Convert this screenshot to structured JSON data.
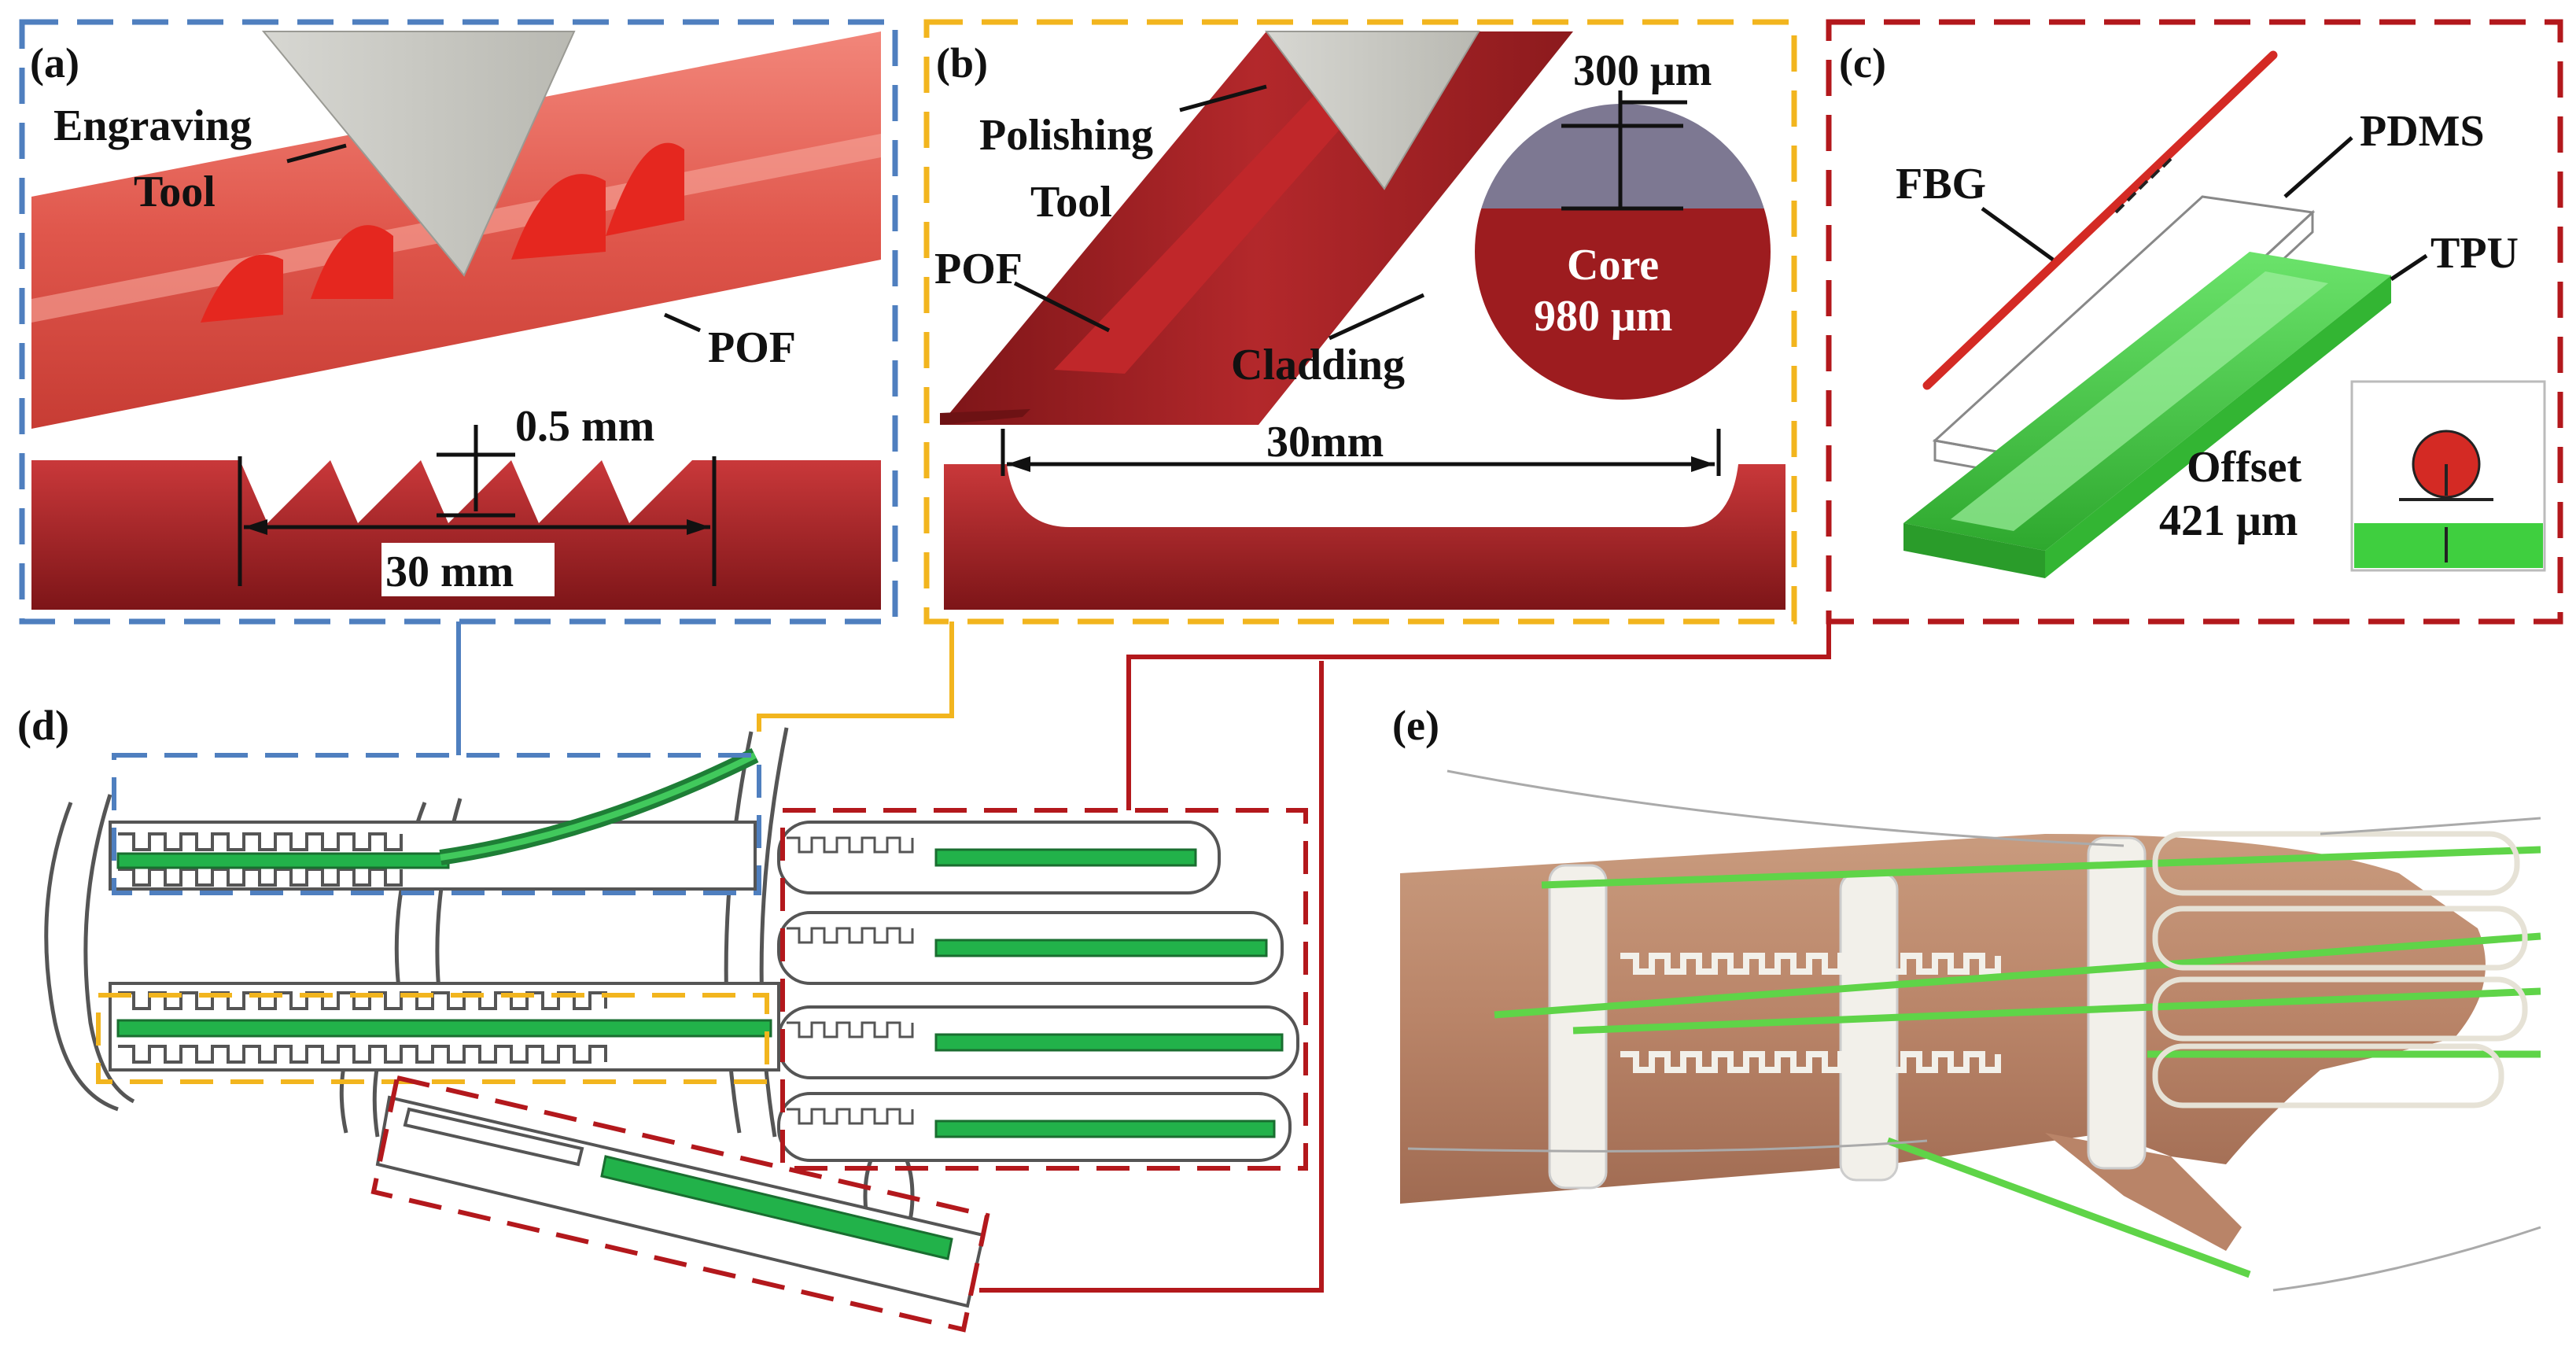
{
  "colors": {
    "blue_frame": "#4f7fbf",
    "yellow_frame": "#f2b51e",
    "red_frame": "#b3181c",
    "pof_red": "#d9433c",
    "dark_red": "#9d1c1f",
    "tpu_green": "#3fcf3f",
    "cladding_gray": "#7d7892"
  },
  "panel_a": {
    "label": "(a)",
    "tool_label_1": "Engraving",
    "tool_label_2": "Tool",
    "fiber_label": "POF",
    "depth_label": "0.5 mm",
    "length_label": "30 mm"
  },
  "panel_b": {
    "label": "(b)",
    "tool_label_1": "Polishing",
    "tool_label_2": "Tool",
    "fiber_label": "POF",
    "cladding_label": "Cladding",
    "depth_label": "300 μm",
    "core_label_1": "Core",
    "core_label_2": "980 μm",
    "length_label": "30mm"
  },
  "panel_c": {
    "label": "(c)",
    "fbg_label": "FBG",
    "pdms_label": "PDMS",
    "tpu_label": "TPU",
    "offset_label_1": "Offset",
    "offset_label_2": "421 μm"
  },
  "panel_d": {
    "label": "(d)"
  },
  "panel_e": {
    "label": "(e)"
  }
}
